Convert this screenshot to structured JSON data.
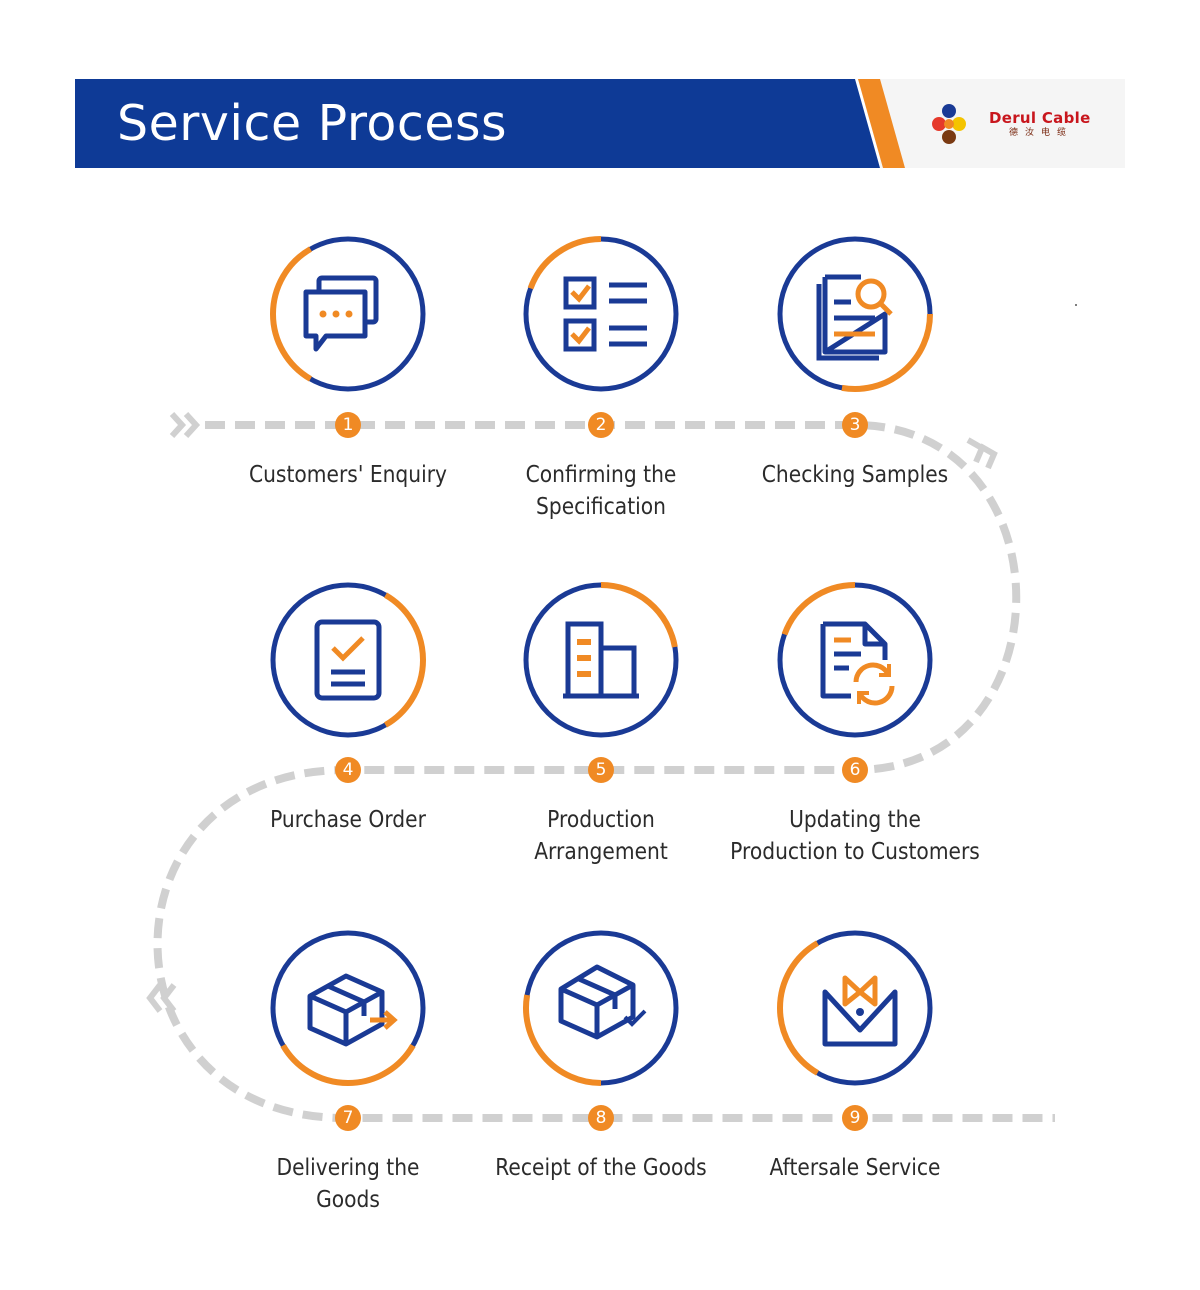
{
  "header": {
    "title": "Service Process",
    "logo": {
      "brand": "Derul Cable",
      "brand_cn": "德汝电缆"
    }
  },
  "colors": {
    "primary_blue": "#1a3a95",
    "accent_orange": "#f08a24",
    "path_gray": "#d0d0d0",
    "text": "#2b2b2b"
  },
  "steps": [
    {
      "number": "1",
      "label_lines": [
        "Customers' Enquiry"
      ],
      "icon": "chat-bubbles-icon",
      "arc": "left"
    },
    {
      "number": "2",
      "label_lines": [
        "Confirming the",
        "Specification"
      ],
      "icon": "checklist-icon",
      "arc": "top-left"
    },
    {
      "number": "3",
      "label_lines": [
        "Checking Samples"
      ],
      "icon": "document-search-icon",
      "arc": "bottom-right"
    },
    {
      "number": "4",
      "label_lines": [
        "Purchase Order"
      ],
      "icon": "clipboard-check-icon",
      "arc": "right"
    },
    {
      "number": "5",
      "label_lines": [
        "Production",
        "Arrangement"
      ],
      "icon": "building-icon",
      "arc": "top-right"
    },
    {
      "number": "6",
      "label_lines": [
        "Updating the",
        "Production to Customers"
      ],
      "icon": "document-refresh-icon",
      "arc": "top-left"
    },
    {
      "number": "7",
      "label_lines": [
        "Delivering the",
        "Goods"
      ],
      "icon": "box-delivery-icon",
      "arc": "bottom"
    },
    {
      "number": "8",
      "label_lines": [
        "Receipt of the Goods"
      ],
      "icon": "box-received-icon",
      "arc": "bottom-left"
    },
    {
      "number": "9",
      "label_lines": [
        "Aftersale Service"
      ],
      "icon": "bowtie-service-icon",
      "arc": "left"
    }
  ]
}
